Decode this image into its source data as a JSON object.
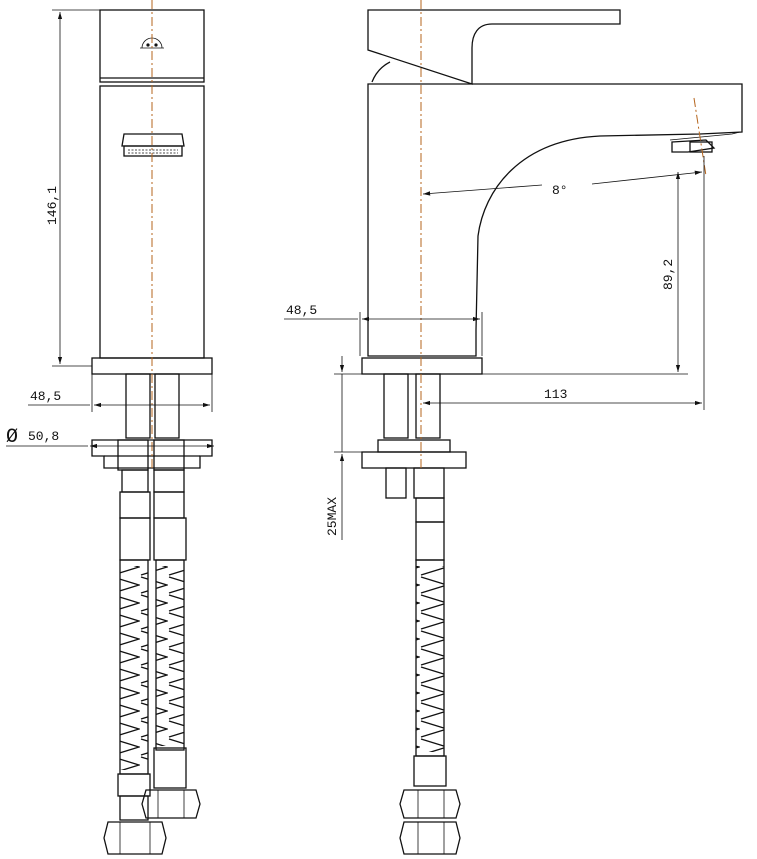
{
  "dimensions": {
    "height_total": "146,1",
    "base_width_front": "48,5",
    "hole_diameter": "50,8",
    "body_width_side": "48,5",
    "spout_height": "89,2",
    "spout_reach": "113",
    "angle": "8°",
    "deck_thickness": "25MAX"
  },
  "symbols": {
    "diameter_symbol": "Ø"
  }
}
